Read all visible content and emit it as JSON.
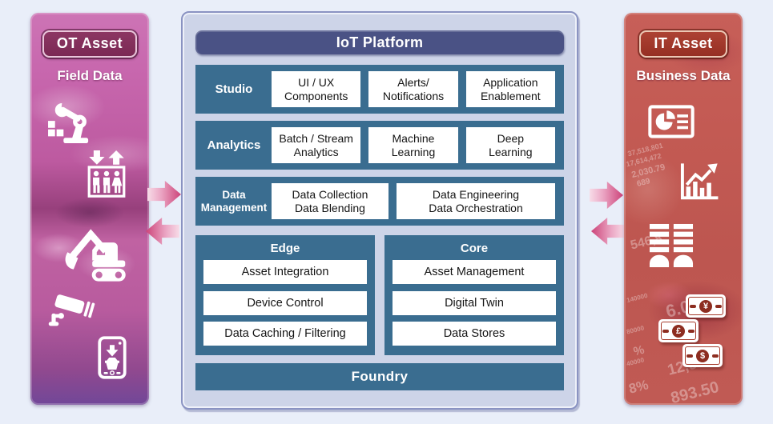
{
  "colors": {
    "teal": "#3a6d90",
    "navy": "#4a5285",
    "panel_bg": "#cdd4e8",
    "ot_pink": "#c45ba4",
    "it_red": "#c05a54",
    "arrow_pink": "#cc4379"
  },
  "ot_panel": {
    "badge_label": "OT Asset",
    "subtitle": "Field Data",
    "icons": [
      "robot-arm",
      "elevator-people",
      "excavator",
      "cctv-camera",
      "smartphone-shopping"
    ]
  },
  "it_panel": {
    "badge_label": "IT Asset",
    "subtitle": "Business Data",
    "icons": [
      "pie-chart-report",
      "growth-bar-chart",
      "ledger-stack",
      "banknotes"
    ],
    "banknotes": [
      "¥",
      "£",
      "$"
    ],
    "texture_numbers": [
      "37,518,801",
      "17,614,472",
      "2,030.79",
      "689",
      "546,8",
      "6.00",
      "140000",
      "80000",
      "40000",
      "%",
      "12,500",
      "893.50",
      "8%"
    ]
  },
  "platform": {
    "title": "IoT Platform",
    "rows": [
      {
        "label": "Studio",
        "boxes": [
          "UI / UX\nComponents",
          "Alerts/\nNotifications",
          "Application\nEnablement"
        ]
      },
      {
        "label": "Analytics",
        "boxes": [
          "Batch / Stream\nAnalytics",
          "Machine\nLearning",
          "Deep\nLearning"
        ]
      },
      {
        "label": "Data\nManagement",
        "boxes": [
          "Data Collection\nData Blending",
          "Data Engineering\nData Orchestration"
        ]
      }
    ],
    "groups": [
      {
        "title": "Edge",
        "items": [
          "Asset Integration",
          "Device Control",
          "Data Caching / Filtering"
        ]
      },
      {
        "title": "Core",
        "items": [
          "Asset Management",
          "Digital Twin",
          "Data Stores"
        ]
      }
    ],
    "foundry_label": "Foundry"
  }
}
